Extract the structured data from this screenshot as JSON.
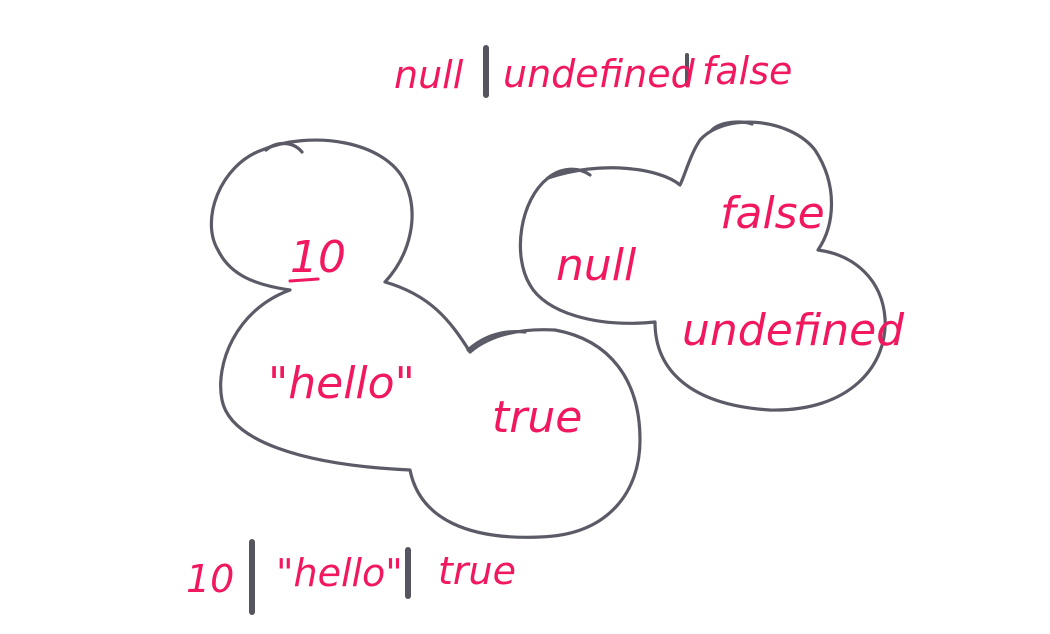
{
  "union_top": {
    "item_1": "null",
    "item_2": "undefined",
    "item_3": "false"
  },
  "union_bottom": {
    "item_1": "10",
    "item_2": "\"hello\"",
    "item_3": "true"
  },
  "set_left": {
    "value_1": "10",
    "value_2": "\"hello\"",
    "value_3": "true"
  },
  "set_right": {
    "value_1": "null",
    "value_2": "false",
    "value_3": "undefined"
  },
  "colors": {
    "ink": "#f1185f",
    "outline": "#5b5b68"
  }
}
